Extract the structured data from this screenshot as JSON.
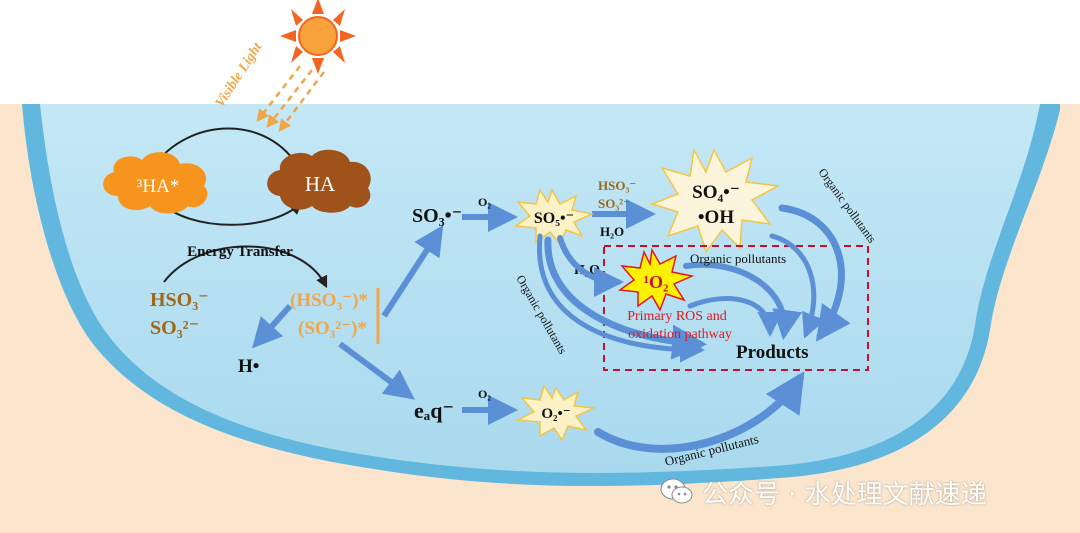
{
  "labels": {
    "visible_light": "Visible Light",
    "triplet_ha": "³HA*",
    "ha": "HA",
    "energy_transfer": "Energy Transfer",
    "hso3": "HSO₃⁻",
    "so3_2": "SO₃²⁻",
    "hso3_excited": "(HSO₃⁻)*",
    "so3_2_excited": "(SO₃²⁻)*",
    "h_radical": "H•",
    "so3_radical": "SO₃•⁻",
    "o2_top": "O₂",
    "so5_radical": "SO₅•⁻",
    "hso3_small": "HSO₃⁻",
    "so3_2_small": "SO₃²⁻",
    "h2o_top": "H₂O",
    "so4_radical": "SO₄•⁻",
    "oh_radical": "•OH",
    "h2o_mid": "H₂O",
    "singlet_oxygen": "¹O₂",
    "organic_pollutants_right": "Organic pollutants",
    "organic_pollutants_mid": "Organic pollutants",
    "organic_pollutants_left": "Organic pollutants",
    "organic_pollutants_bottom": "Organic pollutants",
    "primary_ros_line1": "Primary ROS and",
    "primary_ros_line2": "oxidation pathway",
    "products": "Products",
    "e_aq": "eₐq⁻",
    "o2_bottom": "O₂",
    "superoxide": "O₂•⁻"
  },
  "watermark": {
    "icon": "wechat-icon",
    "text": "公众号 · 水处理文献速递"
  },
  "colors": {
    "water": "#b9e2f2",
    "water_edge": "#5fb6dd",
    "sand": "#fbe6cd",
    "arrow_blue": "#5b8fd6",
    "orange_text": "#b8860b",
    "red_box": "#c8102e",
    "cloud_orange": "#f7941d",
    "cloud_brown": "#a0521b",
    "star_yellow": "#fff200"
  }
}
